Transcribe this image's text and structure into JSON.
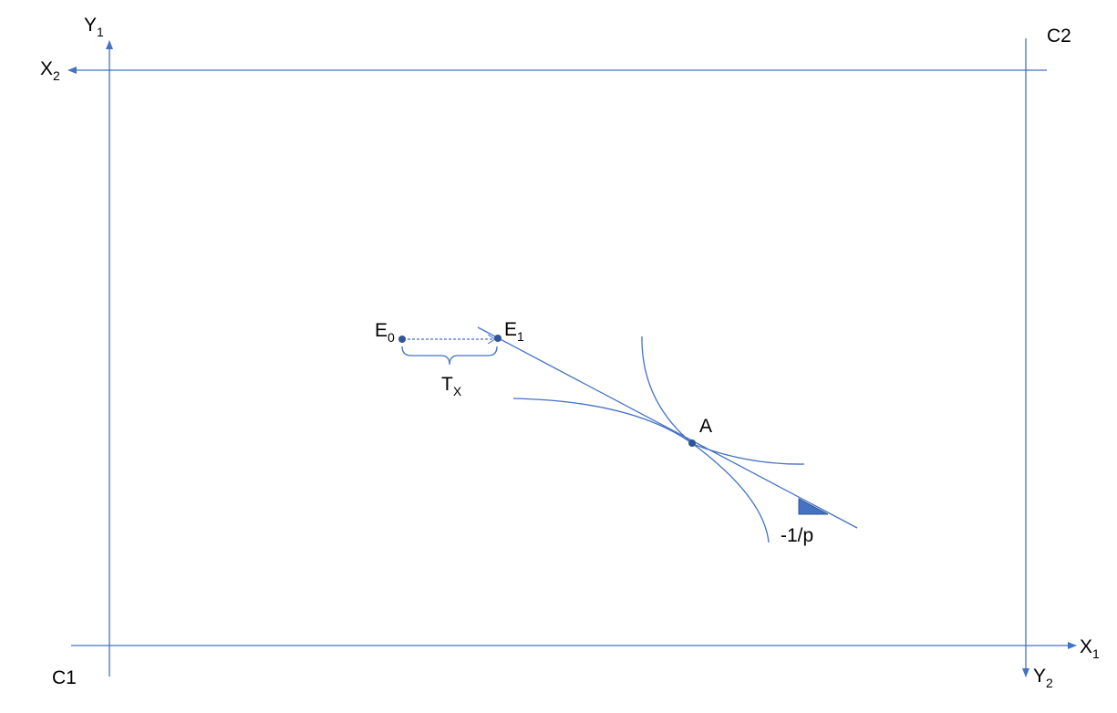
{
  "corners": {
    "bottom_left": "C1",
    "top_right": "C2"
  },
  "axes": {
    "y1": {
      "main": "Y",
      "sub": "1"
    },
    "x2": {
      "main": "X",
      "sub": "2"
    },
    "x1": {
      "main": "X",
      "sub": "1"
    },
    "y2": {
      "main": "Y",
      "sub": "2"
    }
  },
  "points": {
    "e0": {
      "main": "E",
      "sub": "0"
    },
    "e1": {
      "main": "E",
      "sub": "1"
    },
    "a": "A"
  },
  "translation": {
    "main": "T",
    "sub": "X"
  },
  "slope_label": "-1/p",
  "colors": {
    "line": "#4472C4",
    "point": "#2F5597",
    "text": "#000000"
  }
}
